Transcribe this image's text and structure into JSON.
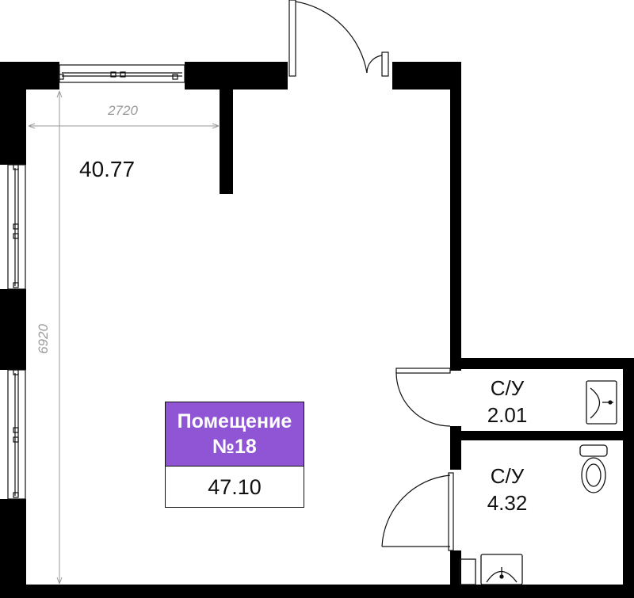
{
  "rooms": {
    "main_area": "40.77",
    "bathroom_1": {
      "name": "С/У",
      "area": "2.01"
    },
    "bathroom_2": {
      "name": "С/У",
      "area": "4.32"
    }
  },
  "dimensions": {
    "width": "2720",
    "height": "6920"
  },
  "badge": {
    "title": "Помещение",
    "number": "№18",
    "area": "47.10"
  },
  "colors": {
    "wall": "#000000",
    "badge_accent": "#8f55d4",
    "dimension_line": "#9a9a9a"
  },
  "icons": [
    "door-swing-icon",
    "sink-icon",
    "toilet-icon",
    "window-icon"
  ]
}
